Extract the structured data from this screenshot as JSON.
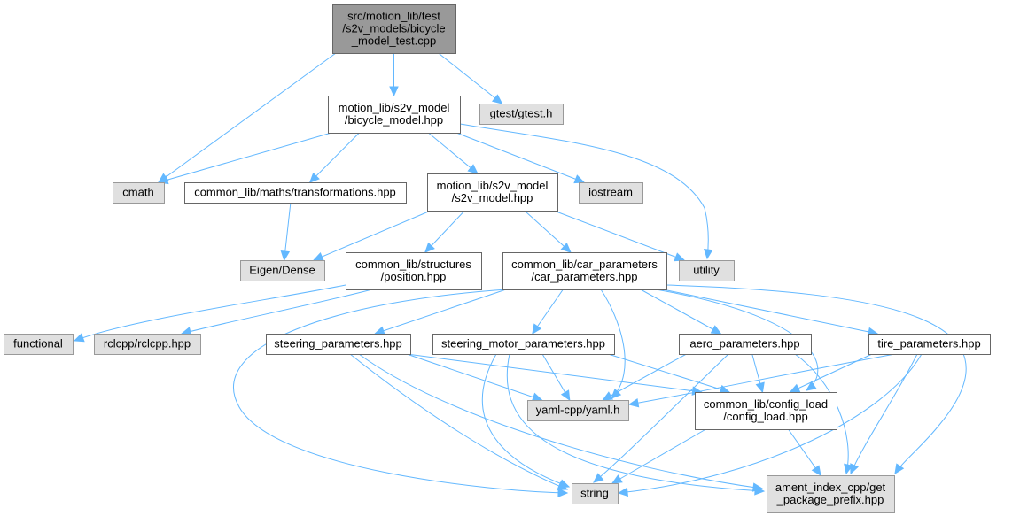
{
  "diagram": {
    "type": "include-dependency-graph",
    "colors": {
      "edge": "#63b8ff",
      "root_fill": "#999999",
      "internal_fill": "#ffffff",
      "external_fill": "#e0e0e0",
      "border": "#666666"
    },
    "nodes": [
      {
        "id": "root",
        "kind": "root",
        "lines": [
          "src/motion_lib/test",
          "/s2v_models/bicycle",
          "_model_test.cpp"
        ]
      },
      {
        "id": "bicycle_model",
        "kind": "internal",
        "lines": [
          "motion_lib/s2v_model",
          "/bicycle_model.hpp"
        ]
      },
      {
        "id": "gtest",
        "kind": "external",
        "lines": [
          "gtest/gtest.h"
        ]
      },
      {
        "id": "cmath",
        "kind": "external",
        "lines": [
          "cmath"
        ]
      },
      {
        "id": "transformations",
        "kind": "internal",
        "lines": [
          "common_lib/maths/transformations.hpp"
        ]
      },
      {
        "id": "s2v_model",
        "kind": "internal",
        "lines": [
          "motion_lib/s2v_model",
          "/s2v_model.hpp"
        ]
      },
      {
        "id": "iostream",
        "kind": "external",
        "lines": [
          "iostream"
        ]
      },
      {
        "id": "eigen",
        "kind": "external",
        "lines": [
          "Eigen/Dense"
        ]
      },
      {
        "id": "position",
        "kind": "internal",
        "lines": [
          "common_lib/structures",
          "/position.hpp"
        ]
      },
      {
        "id": "car_parameters",
        "kind": "internal",
        "lines": [
          "common_lib/car_parameters",
          "/car_parameters.hpp"
        ]
      },
      {
        "id": "utility",
        "kind": "external",
        "lines": [
          "utility"
        ]
      },
      {
        "id": "functional",
        "kind": "external",
        "lines": [
          "functional"
        ]
      },
      {
        "id": "rclcpp",
        "kind": "external",
        "lines": [
          "rclcpp/rclcpp.hpp"
        ]
      },
      {
        "id": "steering_parameters",
        "kind": "internal",
        "lines": [
          "steering_parameters.hpp"
        ]
      },
      {
        "id": "steering_motor_parameters",
        "kind": "internal",
        "lines": [
          "steering_motor_parameters.hpp"
        ]
      },
      {
        "id": "aero_parameters",
        "kind": "internal",
        "lines": [
          "aero_parameters.hpp"
        ]
      },
      {
        "id": "tire_parameters",
        "kind": "internal",
        "lines": [
          "tire_parameters.hpp"
        ]
      },
      {
        "id": "yaml",
        "kind": "external",
        "lines": [
          "yaml-cpp/yaml.h"
        ]
      },
      {
        "id": "config_load",
        "kind": "internal",
        "lines": [
          "common_lib/config_load",
          "/config_load.hpp"
        ]
      },
      {
        "id": "string",
        "kind": "external",
        "lines": [
          "string"
        ]
      },
      {
        "id": "ament",
        "kind": "external",
        "lines": [
          "ament_index_cpp/get",
          "_package_prefix.hpp"
        ]
      }
    ],
    "edges": [
      {
        "from": "root",
        "to": "cmath"
      },
      {
        "from": "root",
        "to": "bicycle_model"
      },
      {
        "from": "root",
        "to": "gtest"
      },
      {
        "from": "bicycle_model",
        "to": "cmath"
      },
      {
        "from": "bicycle_model",
        "to": "transformations"
      },
      {
        "from": "bicycle_model",
        "to": "s2v_model"
      },
      {
        "from": "bicycle_model",
        "to": "iostream"
      },
      {
        "from": "bicycle_model",
        "to": "utility"
      },
      {
        "from": "transformations",
        "to": "eigen"
      },
      {
        "from": "s2v_model",
        "to": "eigen"
      },
      {
        "from": "s2v_model",
        "to": "position"
      },
      {
        "from": "s2v_model",
        "to": "car_parameters"
      },
      {
        "from": "s2v_model",
        "to": "utility"
      },
      {
        "from": "position",
        "to": "functional"
      },
      {
        "from": "position",
        "to": "rclcpp"
      },
      {
        "from": "car_parameters",
        "to": "string"
      },
      {
        "from": "car_parameters",
        "to": "steering_parameters"
      },
      {
        "from": "car_parameters",
        "to": "steering_motor_parameters"
      },
      {
        "from": "car_parameters",
        "to": "yaml"
      },
      {
        "from": "car_parameters",
        "to": "aero_parameters"
      },
      {
        "from": "car_parameters",
        "to": "config_load"
      },
      {
        "from": "car_parameters",
        "to": "tire_parameters"
      },
      {
        "from": "car_parameters",
        "to": "ament"
      },
      {
        "from": "steering_parameters",
        "to": "yaml"
      },
      {
        "from": "steering_parameters",
        "to": "config_load"
      },
      {
        "from": "steering_parameters",
        "to": "string"
      },
      {
        "from": "steering_parameters",
        "to": "ament"
      },
      {
        "from": "steering_motor_parameters",
        "to": "yaml"
      },
      {
        "from": "steering_motor_parameters",
        "to": "config_load"
      },
      {
        "from": "steering_motor_parameters",
        "to": "string"
      },
      {
        "from": "steering_motor_parameters",
        "to": "ament"
      },
      {
        "from": "aero_parameters",
        "to": "yaml"
      },
      {
        "from": "aero_parameters",
        "to": "config_load"
      },
      {
        "from": "aero_parameters",
        "to": "string"
      },
      {
        "from": "aero_parameters",
        "to": "ament"
      },
      {
        "from": "tire_parameters",
        "to": "yaml"
      },
      {
        "from": "tire_parameters",
        "to": "config_load"
      },
      {
        "from": "tire_parameters",
        "to": "string"
      },
      {
        "from": "tire_parameters",
        "to": "ament"
      },
      {
        "from": "config_load",
        "to": "string"
      },
      {
        "from": "config_load",
        "to": "ament"
      }
    ]
  }
}
